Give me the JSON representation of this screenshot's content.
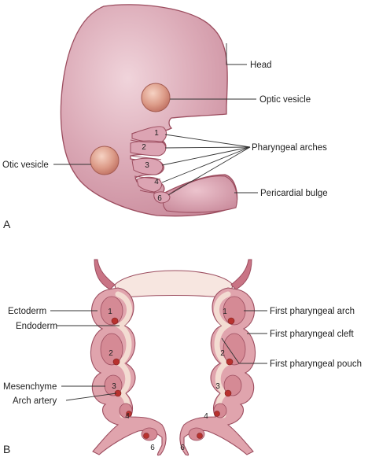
{
  "panel_a": {
    "letter": "A",
    "labels": {
      "head": "Head",
      "optic_vesicle": "Optic vesicle",
      "otic_vesicle": "Otic vesicle",
      "pharyngeal_arches": "Pharyngeal arches",
      "pericardial_bulge": "Pericardial bulge"
    },
    "arch_numbers": [
      "1",
      "2",
      "3",
      "4",
      "6"
    ]
  },
  "panel_b": {
    "letter": "B",
    "labels_left": {
      "ectoderm": "Ectoderm",
      "endoderm": "Endoderm",
      "mesenchyme": "Mesenchyme",
      "arch_artery": "Arch artery"
    },
    "labels_right": {
      "first_arch": "First pharyngeal arch",
      "first_cleft": "First pharyngeal cleft",
      "first_pouch": "First pharyngeal pouch"
    },
    "arch_numbers": [
      "1",
      "2",
      "3",
      "4",
      "6"
    ]
  },
  "colors": {
    "embryo_fill": "#d8a5b1",
    "embryo_light": "#edd0d6",
    "embryo_stroke": "#9c4d5f",
    "vesicle_fill": "#d99585",
    "endoderm_fill": "#f3dcd2",
    "artery_fill": "#b8322f"
  }
}
